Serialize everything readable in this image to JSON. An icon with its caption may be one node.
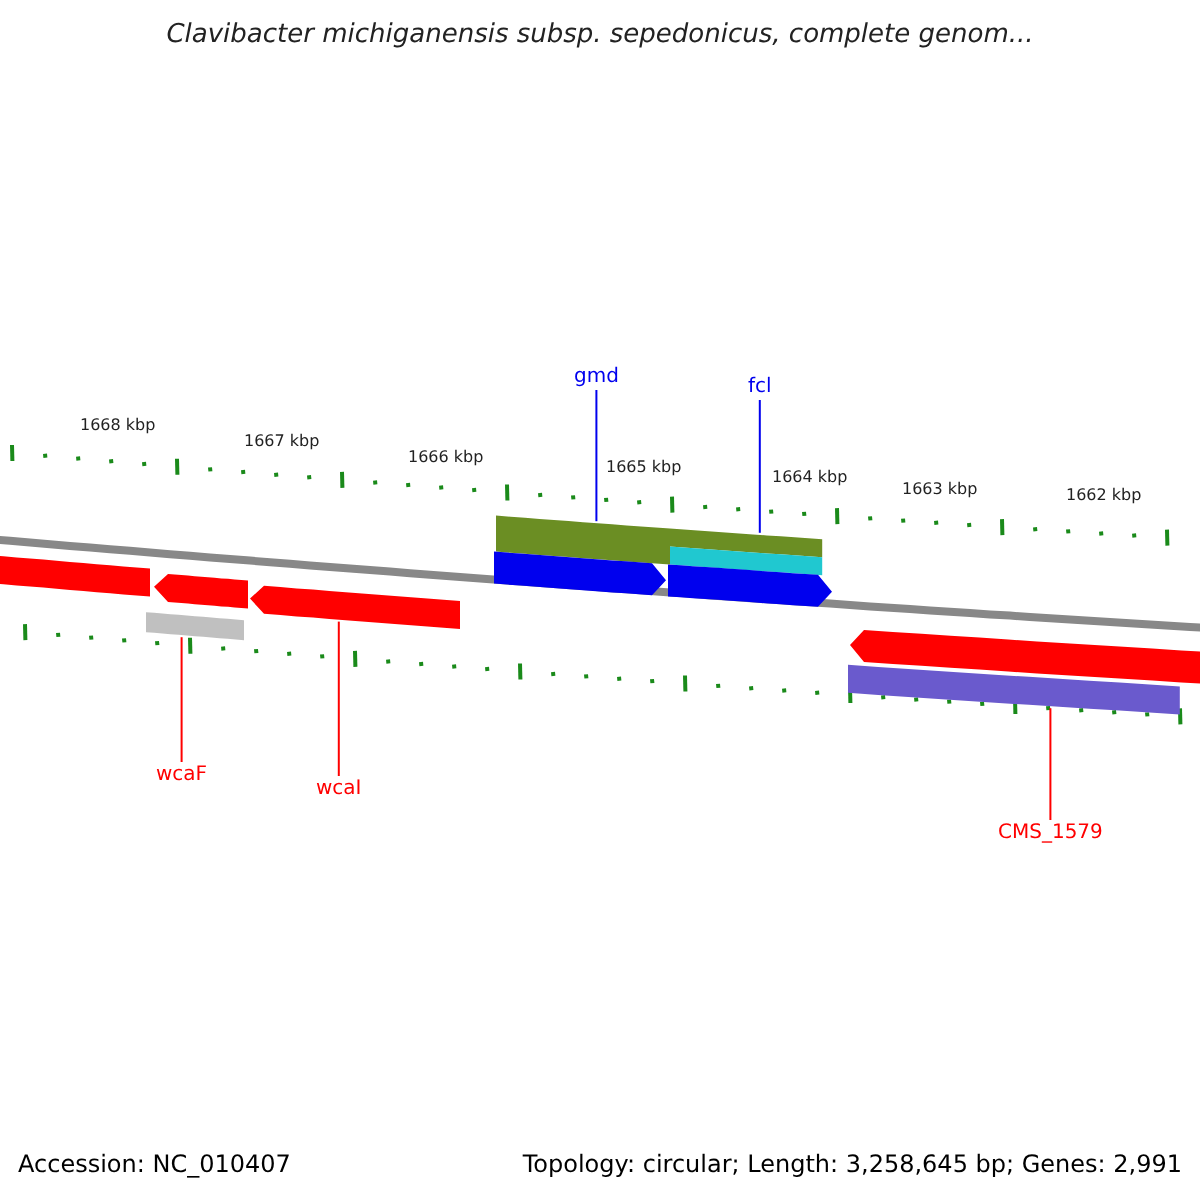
{
  "diagram": {
    "title": "Clavibacter michiganensis subsp. sepedonicus, complete genom...",
    "nodes": [
      {
        "text": [
          "gmd"
        ]
      },
      {
        "text": [
          "fcl"
        ]
      },
      {
        "text": [
          "wcaF"
        ]
      },
      {
        "text": [
          "wcaI"
        ]
      },
      {
        "text": [
          "CMS_1579"
        ]
      },
      {
        "text": [],
        "shape": "bar"
      },
      {
        "text": [],
        "shape": "bar"
      },
      {
        "text": [],
        "shape": "bar"
      },
      {
        "text": [],
        "shape": "bar"
      },
      {
        "text": [],
        "shape": "bar"
      },
      {
        "text": [],
        "shape": "bar"
      },
      {
        "text": [],
        "shape": "bar"
      },
      {
        "text": [],
        "shape": "bar"
      },
      {
        "text": [],
        "shape": "bar"
      },
      {
        "text": [],
        "shape": "bar"
      }
    ],
    "edges": [
      {
        "from": 0,
        "to": 9,
        "arrow": "none",
        "color": "#0000ee"
      },
      {
        "from": 1,
        "to": 10,
        "arrow": "none",
        "color": "#0000ee"
      },
      {
        "from": 2,
        "to": 8,
        "arrow": "none"
      },
      {
        "from": 3,
        "to": 7,
        "arrow": "none"
      },
      {
        "from": 4,
        "to": 14,
        "arrow": "none"
      }
    ],
    "labels": [
      "1668 kbp",
      "1667 kbp",
      "1666 kbp",
      "1665 kbp",
      "1664 kbp",
      "1663 kbp",
      "1662 kbp",
      "Accession: NC_010407",
      "Topology: circular; Length: 3,258,645 bp; Genes: 2,991"
    ]
  }
}
